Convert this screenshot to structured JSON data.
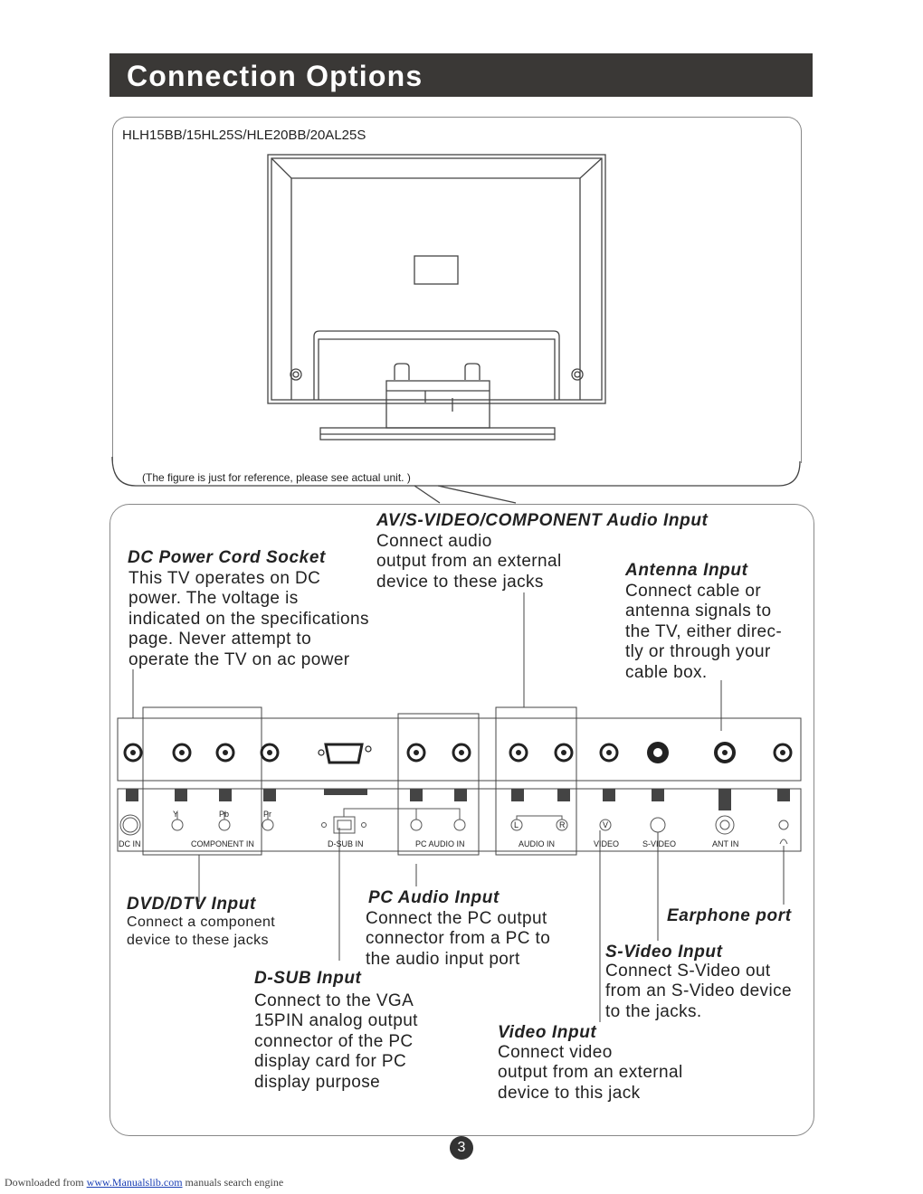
{
  "header": {
    "title": "Connection Options"
  },
  "figure": {
    "model": "HLH15BB/15HL25S/HLE20BB/20AL25S",
    "caption": "(The figure is just for reference, please see actual unit. )"
  },
  "sections": {
    "av": {
      "title": "AV/S-VIDEO/COMPONENT Audio Input",
      "body": "Connect audio\noutput from an external\ndevice to these jacks"
    },
    "dc": {
      "title": "DC Power Cord Socket",
      "body": "This TV operates on DC\npower. The voltage is\nindicated on the specifications\npage. Never attempt to\noperate the TV on ac power"
    },
    "antenna": {
      "title": "Antenna Input",
      "body": "Connect cable or\nantenna signals to\nthe TV, either direc-\ntly or through your\ncable box."
    },
    "dvd": {
      "title": "DVD/DTV Input",
      "body": "Connect a component\ndevice to these jacks"
    },
    "pcaudio": {
      "title": "PC Audio Input",
      "body": "Connect the PC output\nconnector from a PC to\nthe audio input port"
    },
    "earphone": {
      "title": "Earphone port"
    },
    "svideo": {
      "title": "S-Video Input",
      "body": "Connect S-Video out\nfrom an S-Video device\nto the jacks."
    },
    "dsub": {
      "title": "D-SUB  Input",
      "body": "Connect to the VGA\n15PIN analog output\nconnector of the PC\ndisplay card for PC\ndisplay purpose"
    },
    "video": {
      "title": "Video Input",
      "body": "Connect video\noutput from an external\ndevice to this jack"
    }
  },
  "panel_labels": {
    "dc_in": "DC IN",
    "component_in": "COMPONENT IN",
    "dsub_in": "D-SUB IN",
    "pc_audio_in": "PC AUDIO IN",
    "audio_in": "AUDIO IN",
    "video": "VIDEO",
    "s_video": "S-VIDEO",
    "ant_in": "ANT IN",
    "y": "Y",
    "pb": "Pb",
    "pr": "Pr",
    "l": "L",
    "r": "R",
    "v": "V"
  },
  "page": {
    "number": "3"
  },
  "footer": {
    "prefix": "Downloaded from ",
    "link": "www.Manualslib.com",
    "suffix": "  manuals search engine"
  }
}
